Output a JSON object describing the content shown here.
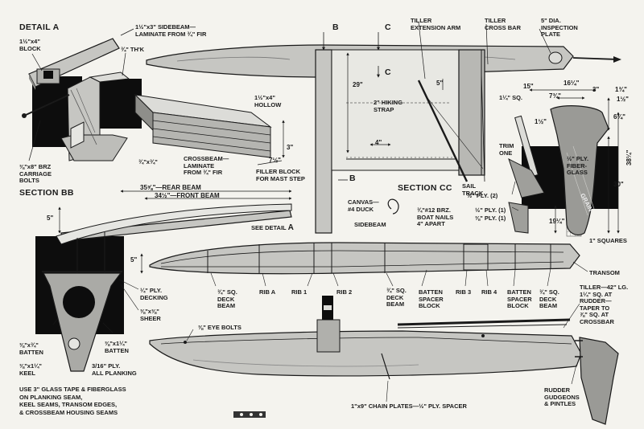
{
  "headings": {
    "detail_a": "DETAIL A",
    "section_bb": "SECTION BB",
    "section_cc": "SECTION CC"
  },
  "section_marks": {
    "b": "B",
    "c": "C",
    "a": "A"
  },
  "detail_a": {
    "block": [
      "1½\"x4\"",
      "BLOCK"
    ],
    "sidebeam": [
      "1½\"x3\" SIDEBEAM—",
      "LAMINATE FROM ¾\" FIR"
    ],
    "thick": "¾\" TH'K",
    "hollow": [
      "1½\"x4\"",
      "HOLLOW"
    ],
    "bolts": [
      "⅜\"x8\" BRZ",
      "CARRIAGE",
      "BOLTS"
    ],
    "strip": "¾\"x¾\"",
    "crossbeam": [
      "CROSSBEAM—",
      "LAMINATE",
      "FROM ¾\" FIR"
    ],
    "dim_3": "3\"",
    "dim_7": "7½\"",
    "filler": [
      "FILLER BLOCK",
      "FOR MAST STEP"
    ]
  },
  "top_view": {
    "tiller_ext": [
      "TILLER",
      "EXTENSION ARM"
    ],
    "tiller_cross": [
      "TILLER",
      "CROSS BAR"
    ],
    "inspection": [
      "5\" DIA.",
      "INSPECTION",
      "PLATE"
    ],
    "dim_29": "29\"",
    "dim_5": "5\"",
    "dim_4": "4\"",
    "hiking": [
      "2\" HIKING",
      "STRAP"
    ],
    "sail_track": [
      "SAIL",
      "TRACK"
    ],
    "canvas": [
      "CANVAS—",
      "#4 DUCK"
    ],
    "nails": [
      "¾\"#12 BRZ.",
      "BOAT NAILS",
      "4\" APART"
    ],
    "sidebeam": "SIDEBEAM",
    "see_detail": "SEE DETAIL"
  },
  "rudder": {
    "dim_15": "15\"",
    "dim_16": "16¼\"",
    "dim_7": "7¾\"",
    "dim_3": "3\"",
    "dim_1a": "1¾\"",
    "dim_1b": "1½\"",
    "sq": "1¼\" SQ.",
    "dim_1c": "1½\"",
    "dim_6": "6¾\"",
    "trim": [
      "TRIM",
      "ONE"
    ],
    "fiberglass": [
      "½\" PLY.",
      "FIBER-",
      "GLASS"
    ],
    "grain": "GRAIN",
    "dim_38": "38¼\"",
    "dim_30": "30\"",
    "dim_19": "19¼\"",
    "ply2": "½\" PLY. (2)",
    "ply1a": "½\" PLY. (1)",
    "ply1b": "⅜\" PLY. (1)",
    "squares": "1\" SQUARES"
  },
  "section_bb": {
    "rear_beam": "35⅝\"—REAR BEAM",
    "front_beam": "34½\"—FRONT BEAM",
    "dim_5a": "5\"",
    "dim_5b": "5\"",
    "decking": [
      "¼\" PLY.",
      "DECKING"
    ],
    "sheer": [
      "⅜\"x⅜\"",
      "SHEER"
    ],
    "batten_l": [
      "⅜\"x¾\"",
      "BATTEN"
    ],
    "batten_r": [
      "⅜\"x1¼\"",
      "BATTEN"
    ],
    "keel": [
      "⅜\"x1¼\"",
      "KEEL"
    ],
    "planking": [
      "3/16\" PLY.",
      "ALL PLANKING"
    ],
    "instructions": [
      "USE 3\" GLASS TAPE & FIBERGLASS",
      "ON PLANKING SEAM,",
      "KEEL SEAMS, TRANSOM EDGES,",
      "& CROSSBEAM HOUSING SEAMS"
    ]
  },
  "hull_plan": {
    "deck_beam_l": [
      "¾\" SQ.",
      "DECK",
      "BEAM"
    ],
    "rib_a": "RIB A",
    "rib_1": "RIB 1",
    "rib_2": "RIB 2",
    "deck_beam_m": [
      "¾\" SQ.",
      "DECK",
      "BEAM"
    ],
    "batten_spacer_m": [
      "BATTEN",
      "SPACER",
      "BLOCK"
    ],
    "rib_3": "RIB 3",
    "rib_4": "RIB 4",
    "batten_spacer_r": [
      "BATTEN",
      "SPACER",
      "BLOCK"
    ],
    "deck_beam_r": [
      "¾\" SQ.",
      "DECK",
      "BEAM"
    ],
    "transom": "TRANSOM"
  },
  "profile": {
    "eye_bolts": "⅜\" EYE BOLTS",
    "tiller": [
      "TILLER—42\" LG.",
      "1¼\" SQ. AT",
      "RUDDER—",
      "TAPER TO",
      "⅞\" SQ. AT",
      "CROSSBAR"
    ],
    "chain_plates": "1\"x9\" CHAIN PLATES—½\" PLY. SPACER",
    "gudgeons": [
      "RUDDER",
      "GUDGEONS",
      "& PINTLES"
    ]
  },
  "colors": {
    "ink": "#1a1a1a",
    "paper": "#f4f3ee",
    "wood": "#c6c6c2",
    "shade": "#8e8e8a",
    "black": "#0d0d0d"
  }
}
